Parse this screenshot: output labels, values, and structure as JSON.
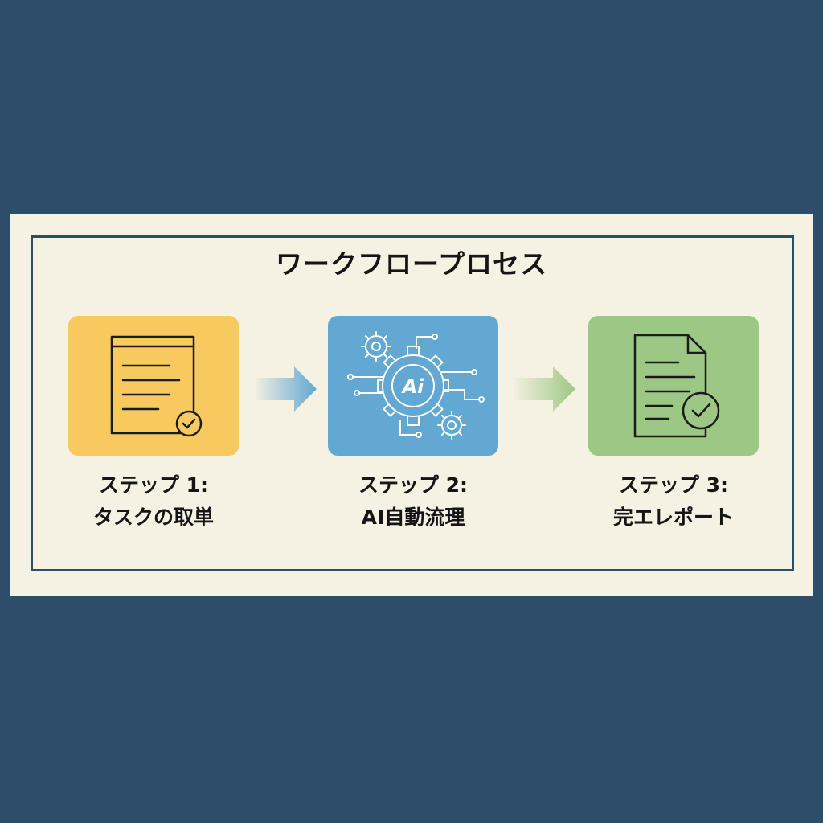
{
  "title": "ワークフロープロセス",
  "colors": {
    "background": "#2d4d69",
    "panel": "#f6f2e3",
    "step1": "#f7c95f",
    "step2": "#62a8d2",
    "step3": "#9dc785"
  },
  "steps": [
    {
      "line1": "ステップ 1:",
      "line2": "タスクの取単",
      "icon": "checklist-document-icon"
    },
    {
      "line1": "ステップ 2:",
      "line2": "AI自動流理",
      "icon": "ai-gears-icon",
      "badge": "Ai"
    },
    {
      "line1": "ステップ 3:",
      "line2": "完エレポート",
      "icon": "report-check-icon"
    }
  ],
  "arrows": [
    "arrow-right-icon",
    "arrow-right-icon"
  ]
}
